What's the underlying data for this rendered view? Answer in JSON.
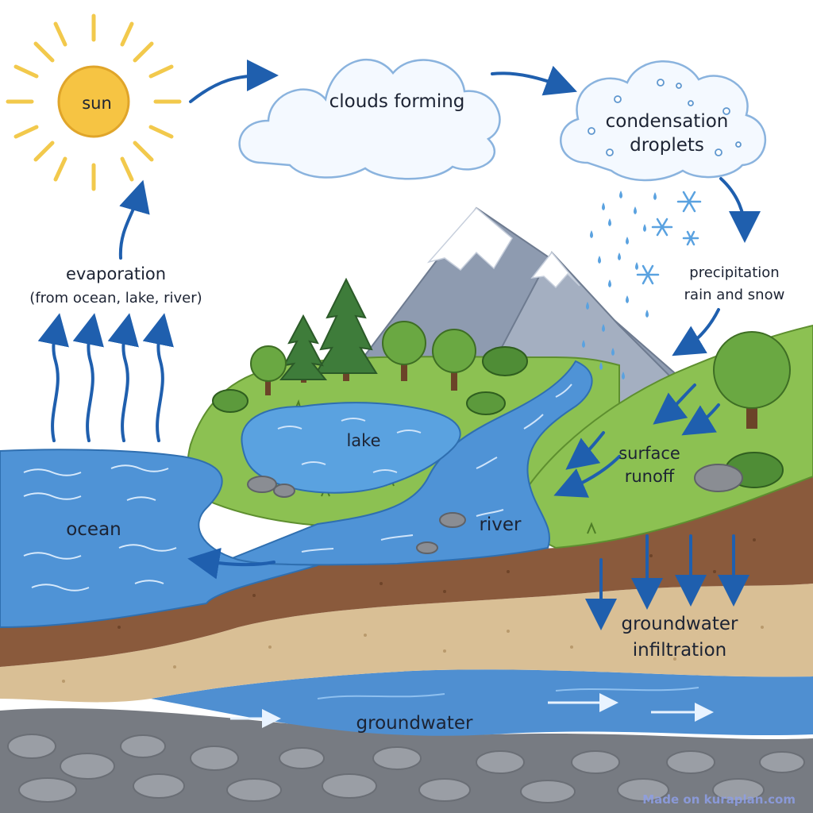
{
  "labels": {
    "sun": "sun",
    "clouds_forming": "clouds forming",
    "condensation_line1": "condensation",
    "condensation_line2": "droplets",
    "evaporation_line1": "evaporation",
    "evaporation_line2": "(from ocean, lake, river)",
    "precipitation_line1": "precipitation",
    "precipitation_line2": "rain and snow",
    "lake": "lake",
    "river": "river",
    "ocean": "ocean",
    "surface_runoff_line1": "surface",
    "surface_runoff_line2": "runoff",
    "groundwater_infiltration_line1": "groundwater",
    "groundwater_infiltration_line2": "infiltration",
    "groundwater": "groundwater"
  },
  "watermark": "Made on kuraplan.com",
  "colors": {
    "sun_fill": "#f6c443",
    "sun_rays": "#f2c94c",
    "arrow": "#1f5fae",
    "water": "#4f93d6",
    "grass": "#8cc152",
    "mountain": "#8e9bb0",
    "soil": "#8a5a3c",
    "sand": "#d9bf95",
    "rock": "#8a8d93"
  }
}
